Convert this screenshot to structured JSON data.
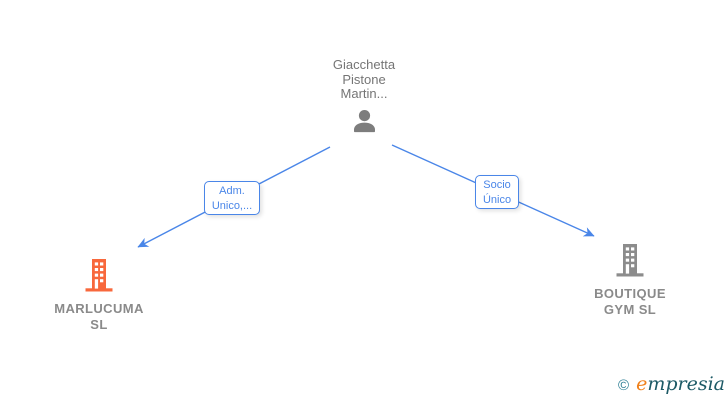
{
  "diagram": {
    "person": {
      "name": "Giacchetta Pistone Martin...",
      "icon": "person-icon",
      "icon_color": "#7d7d7d",
      "text_color": "#757575"
    },
    "edges": [
      {
        "from": "Giacchetta Pistone Martin...",
        "to": "MARLUCUMA SL",
        "label": "Adm. Unico,...",
        "color": "#4a86e8"
      },
      {
        "from": "Giacchetta Pistone Martin...",
        "to": "BOUTIQUE GYM SL",
        "label": "Socio Único",
        "color": "#4a86e8"
      }
    ],
    "companies": [
      {
        "name": "MARLUCUMA SL",
        "icon": "building-icon",
        "icon_color": "#f8683c",
        "text_color": "#8a8a8a"
      },
      {
        "name": "BOUTIQUE GYM SL",
        "icon": "building-icon",
        "icon_color": "#8c8c8c",
        "text_color": "#8a8a8a"
      }
    ]
  },
  "footer": {
    "copyright_symbol": "©",
    "brand_initial": "e",
    "brand_rest": "mpresia",
    "copyright_color": "#2e7f95",
    "brand_initial_color": "#f08019",
    "brand_rest_color": "#1d5a66"
  }
}
